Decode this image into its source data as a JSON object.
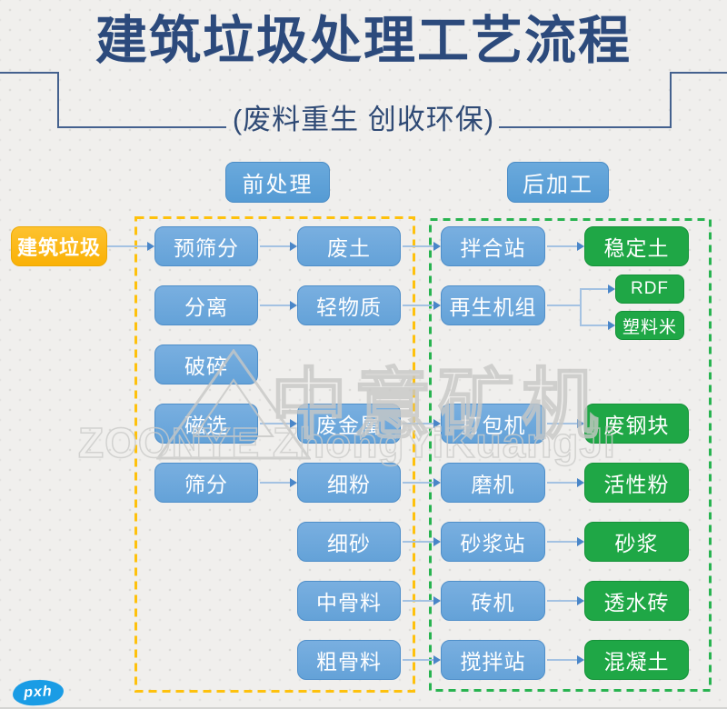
{
  "header": {
    "title": "建筑垃圾处理工艺流程",
    "subtitle": "(废料重生  创收环保)"
  },
  "sections": {
    "pre": "前处理",
    "post": "后加工"
  },
  "source_node": "建筑垃圾",
  "pre_chain": {
    "col_a": [
      "预筛分",
      "分离",
      "破碎",
      "磁选",
      "筛分"
    ],
    "col_b": [
      "废土",
      "轻物质",
      "废金属",
      "细粉",
      "细砂",
      "中骨料",
      "粗骨料"
    ]
  },
  "post_chain": {
    "col_c": [
      "拌合站",
      "再生机组",
      "打包机",
      "磨机",
      "砂浆站",
      "砖机",
      "搅拌站"
    ],
    "col_d": [
      "稳定土",
      "RDF",
      "塑料米",
      "废钢块",
      "活性粉",
      "砂浆",
      "透水砖",
      "混凝土"
    ]
  },
  "watermark": {
    "cn": "中意矿机",
    "en": "ZOONYE ZhongYiKuangJi"
  },
  "brand_logo": "pxh",
  "colors": {
    "title_navy": "#2c4a7c",
    "node_blue": "#64a2d8",
    "node_green": "#1fa746",
    "node_yellow": "#fab106",
    "dash_yellow": "#fec10d",
    "dash_green": "#28b350",
    "arrow_line": "#a4c2e2",
    "arrow_head": "#4a86c8"
  }
}
